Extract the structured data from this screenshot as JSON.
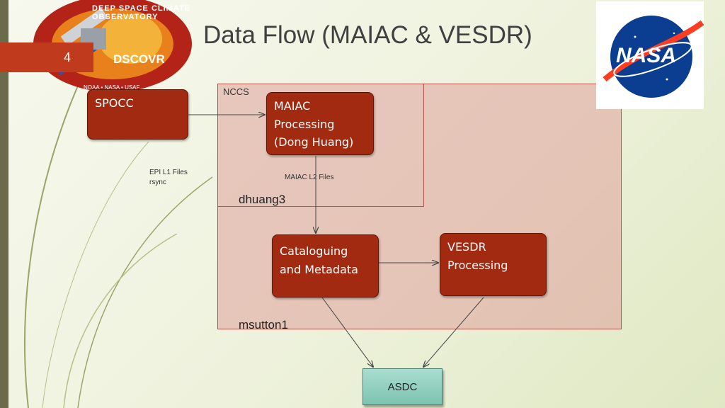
{
  "slide": {
    "number": "4",
    "title": "Data Flow (MAIAC & VESDR)"
  },
  "logos": {
    "dscovr_ring_text": "DEEP SPACE CLIMATE OBSERVATORY",
    "dscovr_name": "DSCOVR",
    "dscovr_agencies": "NOAA • NASA • USAF",
    "nasa_name": "NASA"
  },
  "regions": {
    "nccs": "NCCS",
    "dhuang3": "dhuang3",
    "msutton1": "msutton1"
  },
  "nodes": {
    "spocc": "SPOCC",
    "maiac": [
      "MAIAC",
      "Processing",
      "(Dong Huang)"
    ],
    "catalog": [
      "Cataloguing",
      "and Metadata"
    ],
    "vesdr": [
      "VESDR",
      "Processing"
    ],
    "asdc": "ASDC"
  },
  "edge_labels": {
    "epi_line1": "EPI L1 Files",
    "epi_line2": "rsync",
    "maiac_l2": "MAIAC L2 Files"
  },
  "colors": {
    "accent": "#c03a1e",
    "node_fill": "#a12a10",
    "asdc_fill": "#8fcfbe"
  }
}
